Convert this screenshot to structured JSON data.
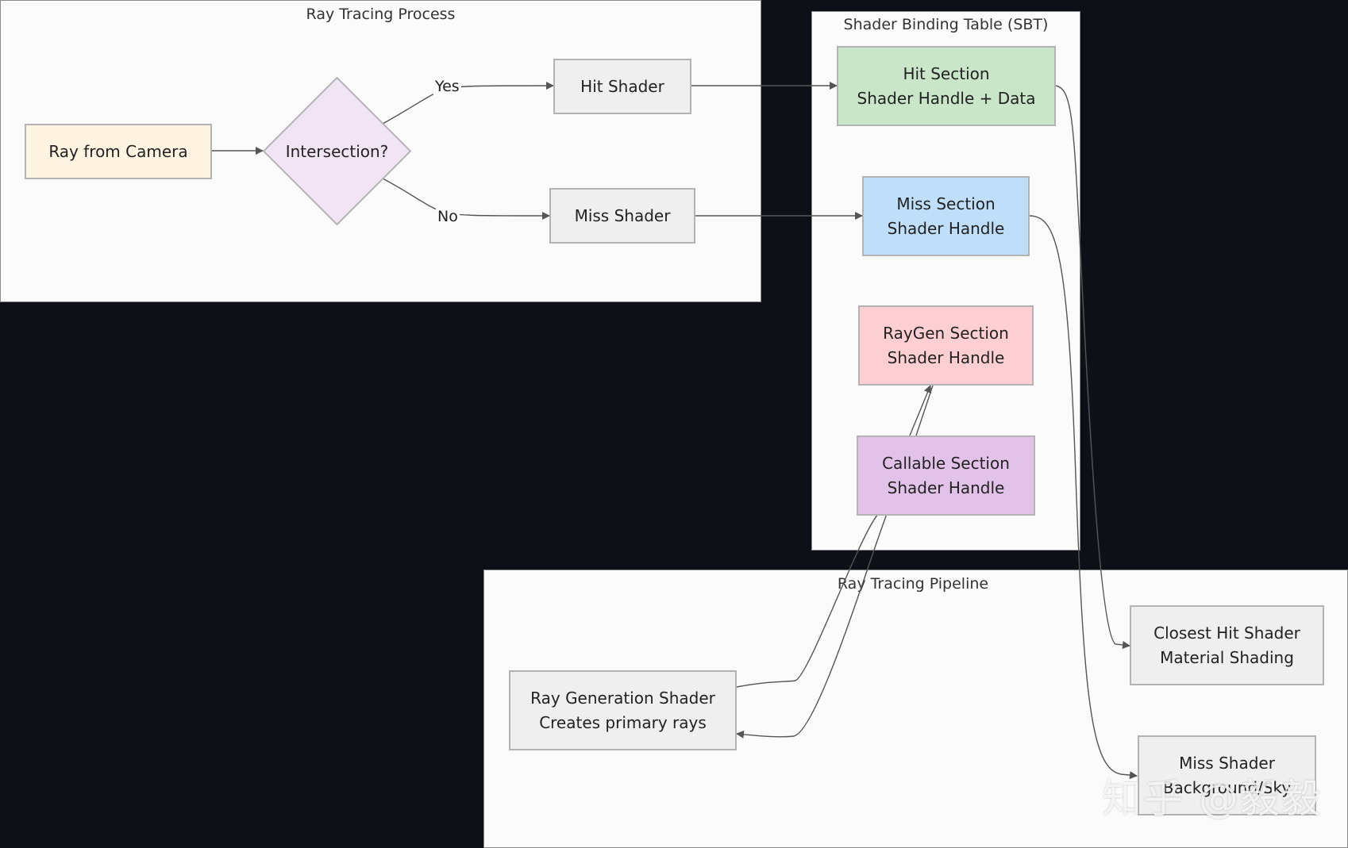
{
  "clusters": {
    "process": "Ray Tracing Process",
    "sbt": "Shader Binding Table (SBT)",
    "pipeline": "Ray Tracing Pipeline"
  },
  "nodes": {
    "ray_camera": {
      "label": "Ray from Camera",
      "color": "#fff4e1"
    },
    "intersection": {
      "label": "Intersection?",
      "color": "#f1e4f5"
    },
    "hit_shader": {
      "label": "Hit Shader",
      "color": "#efefef"
    },
    "miss_shader": {
      "label": "Miss Shader",
      "color": "#efefef"
    },
    "hit_section": {
      "line1": "Hit Section",
      "line2": "Shader Handle + Data",
      "color": "#c9e6c9"
    },
    "miss_section": {
      "line1": "Miss Section",
      "line2": "Shader Handle",
      "color": "#bfdefa"
    },
    "raygen_section": {
      "line1": "RayGen Section",
      "line2": "Shader Handle",
      "color": "#fdcfd2"
    },
    "callable_section": {
      "line1": "Callable Section",
      "line2": "Shader Handle",
      "color": "#e2c2e8"
    },
    "raygen_shader": {
      "line1": "Ray Generation Shader",
      "line2": "Creates primary rays",
      "color": "#efefef"
    },
    "closest_hit": {
      "line1": "Closest Hit Shader",
      "line2": "Material Shading",
      "color": "#efefef"
    },
    "miss_bg": {
      "line1": "Miss Shader",
      "line2": "Background/Sky",
      "color": "#efefef"
    }
  },
  "edge_labels": {
    "yes": "Yes",
    "no": "No"
  },
  "watermark": "知乎 @毅毅",
  "colors": {
    "edge": "#555555",
    "background": "#0e1018",
    "cluster": "#fbfbfb"
  }
}
